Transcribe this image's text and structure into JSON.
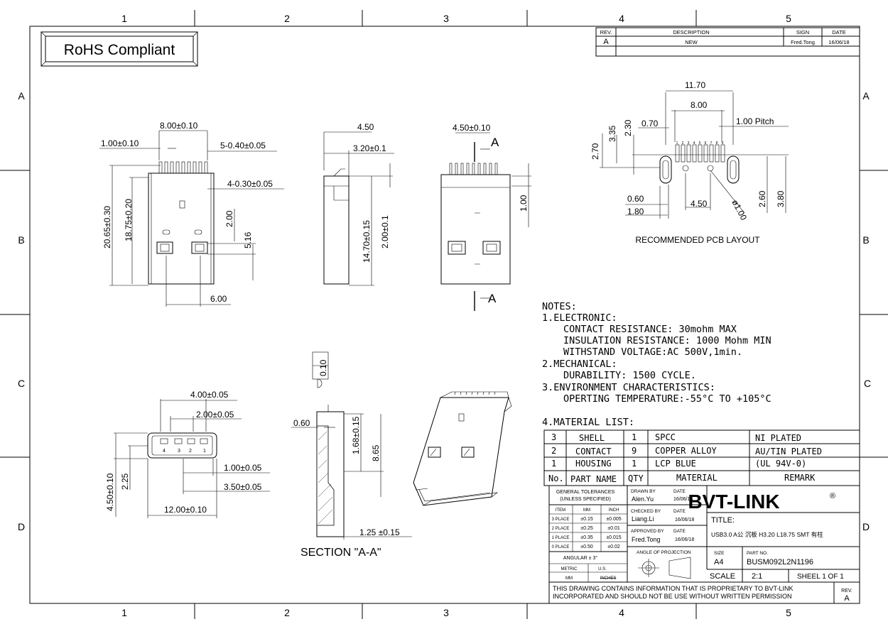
{
  "frame": {
    "col_numbers": [
      "1",
      "2",
      "3",
      "4",
      "5"
    ],
    "row_letters": [
      "A",
      "B",
      "C",
      "D"
    ]
  },
  "rohs": "RoHS Compliant",
  "revision": {
    "headers": [
      "REV.",
      "DESCRIPTION",
      "SIGN",
      "DATE"
    ],
    "row": [
      "A",
      "NEW",
      "Fred.Tong",
      "16/06/18"
    ]
  },
  "views": {
    "top": {
      "dims": [
        "8.00±0.10",
        "1.00±0.10",
        "5-0.40±0.05",
        "4-0.30±0.05",
        "20.65±0.30",
        "18.75±0.20",
        "2.00",
        "5.16",
        "6.00"
      ]
    },
    "side": {
      "dims": [
        "4.50",
        "3.20±0.1",
        "14.70±0.15",
        "2.00±0.1"
      ]
    },
    "bottom": {
      "dims": [
        "4.50±0.10",
        "1.00"
      ],
      "section_marks": [
        "A",
        "A"
      ]
    },
    "front": {
      "dims": [
        "4.00±0.05",
        "2.00±0.05",
        "1.00±0.05",
        "3.50±0.05",
        "12.00±0.10",
        "4.50±0.10",
        "2.25"
      ],
      "pin_labels": [
        "4",
        "3",
        "2",
        "1"
      ]
    },
    "section": {
      "dims": [
        "0.10",
        "0.60",
        "1.68±0.15",
        "8.65",
        "1.25 ±0.15"
      ],
      "title": "SECTION \"A-A\""
    },
    "pcb": {
      "dims": [
        "11.70",
        "8.00",
        "0.70",
        "1.00 Pitch",
        "3.35",
        "2.30",
        "2.70",
        "0.60",
        "1.80",
        "4.50",
        "2.60",
        "3.80",
        "ø1.00"
      ],
      "pin_numbers": [
        "1",
        "2",
        "3",
        "4",
        "5",
        "6",
        "7",
        "8",
        "9"
      ],
      "title": "RECOMMENDED PCB LAYOUT"
    }
  },
  "notes": {
    "heading": "NOTES:",
    "lines": [
      "1.ELECTRONIC:",
      "CONTACT RESISTANCE: 30mohm MAX",
      "INSULATION RESISTANCE: 1000 Mohm MIN",
      "WITHSTAND VOLTAGE:AC 500V,1min.",
      "2.MECHANICAL:",
      "DURABILITY: 1500 CYCLE.",
      "3.ENVIRONMENT CHARACTERISTICS:",
      "OPERTING TEMPERATURE:-55°C TO +105°C",
      "4.MATERIAL LIST:"
    ]
  },
  "materials": {
    "header": [
      "No.",
      "PART NAME",
      "QTY",
      "MATERIAL",
      "REMARK"
    ],
    "rows": [
      [
        "3",
        "SHELL",
        "1",
        "SPCC",
        "NI PLATED"
      ],
      [
        "2",
        "CONTACT",
        "9",
        "COPPER ALLOY",
        "AU/TIN PLATED"
      ],
      [
        "1",
        "HOUSING",
        "1",
        "LCP BLUE",
        "(UL 94V-0)"
      ]
    ]
  },
  "title_block": {
    "general_tol": "GENERAL TOLERANCES",
    "unless": "(UNLESS SPECIFIED)",
    "tol_header": [
      "ITEM",
      "MM",
      "INCH"
    ],
    "tol_rows": [
      [
        "3 PLACE",
        "±0.15",
        "±0.005"
      ],
      [
        "2 PLACE",
        "±0.25",
        "±0.01"
      ],
      [
        "1 PLACE",
        "±0.35",
        "±0.015"
      ],
      [
        "0 PLACE",
        "±0.50",
        "±0.02"
      ]
    ],
    "angular": "ANGULAR ± 3°",
    "metric": "METRIC",
    "us": "U.S.",
    "mm": "MM",
    "inches": "INCHES",
    "drawn_by_label": "DRAWN BY",
    "drawn_by": "Alen.Yu",
    "checked_by_label": "CHECKED BY",
    "checked_by": "Liang.Li",
    "approved_by_label": "APPROVED BY",
    "approved_by": "Fred.Tong",
    "date_label": "DATE",
    "date": "16/06/18",
    "projection": "ANGLE OF PROJECTION",
    "company": "BVT-LINK",
    "reg": "®",
    "title_label": "TITLE:",
    "title": "USB3.0 A公 沉板 H3.20 L18.75 SMT 有柱",
    "size_label": "SIZE",
    "size": "A4",
    "part_label": "PART NO.",
    "part_no": "BUSM092L2N1196",
    "scale_label": "SCALE",
    "scale": "2:1",
    "sheet": "SHEEL 1 OF 1",
    "notice1": "THIS DRAWING CONTAINS INFORMATION THAT IS PROPRIETARY TO BVT-LINK",
    "notice2": "INCORPORATED AND SHOULD NOT BE USE WITHOUT WRITTEN PERMISSION",
    "rev_label": "REV.",
    "rev": "A"
  }
}
